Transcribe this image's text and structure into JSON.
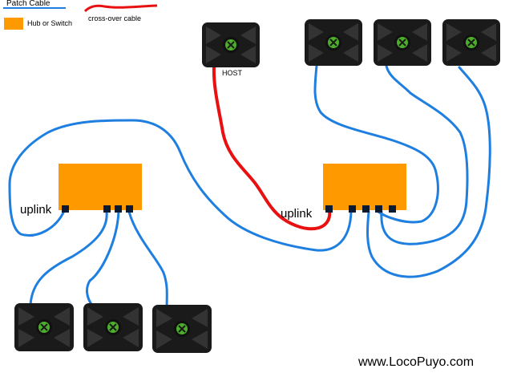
{
  "legend": {
    "patch_cable_label": "Patch Cable",
    "patch_cable_color": "#1e7fe0",
    "crossover_label": "cross-over cable",
    "crossover_color": "#e81010",
    "hub_label": "Hub or Switch",
    "hub_color": "#ff9900"
  },
  "labels": {
    "host": "HOST",
    "left_uplink": "uplink",
    "right_uplink": "uplink",
    "website": "www.LocoPuyo.com"
  },
  "colors": {
    "console_body": "#1a1a1a",
    "console_logo": "#4cae2a",
    "port": "#0a1a33"
  },
  "icons": {
    "console": "xbox-console-icon"
  }
}
